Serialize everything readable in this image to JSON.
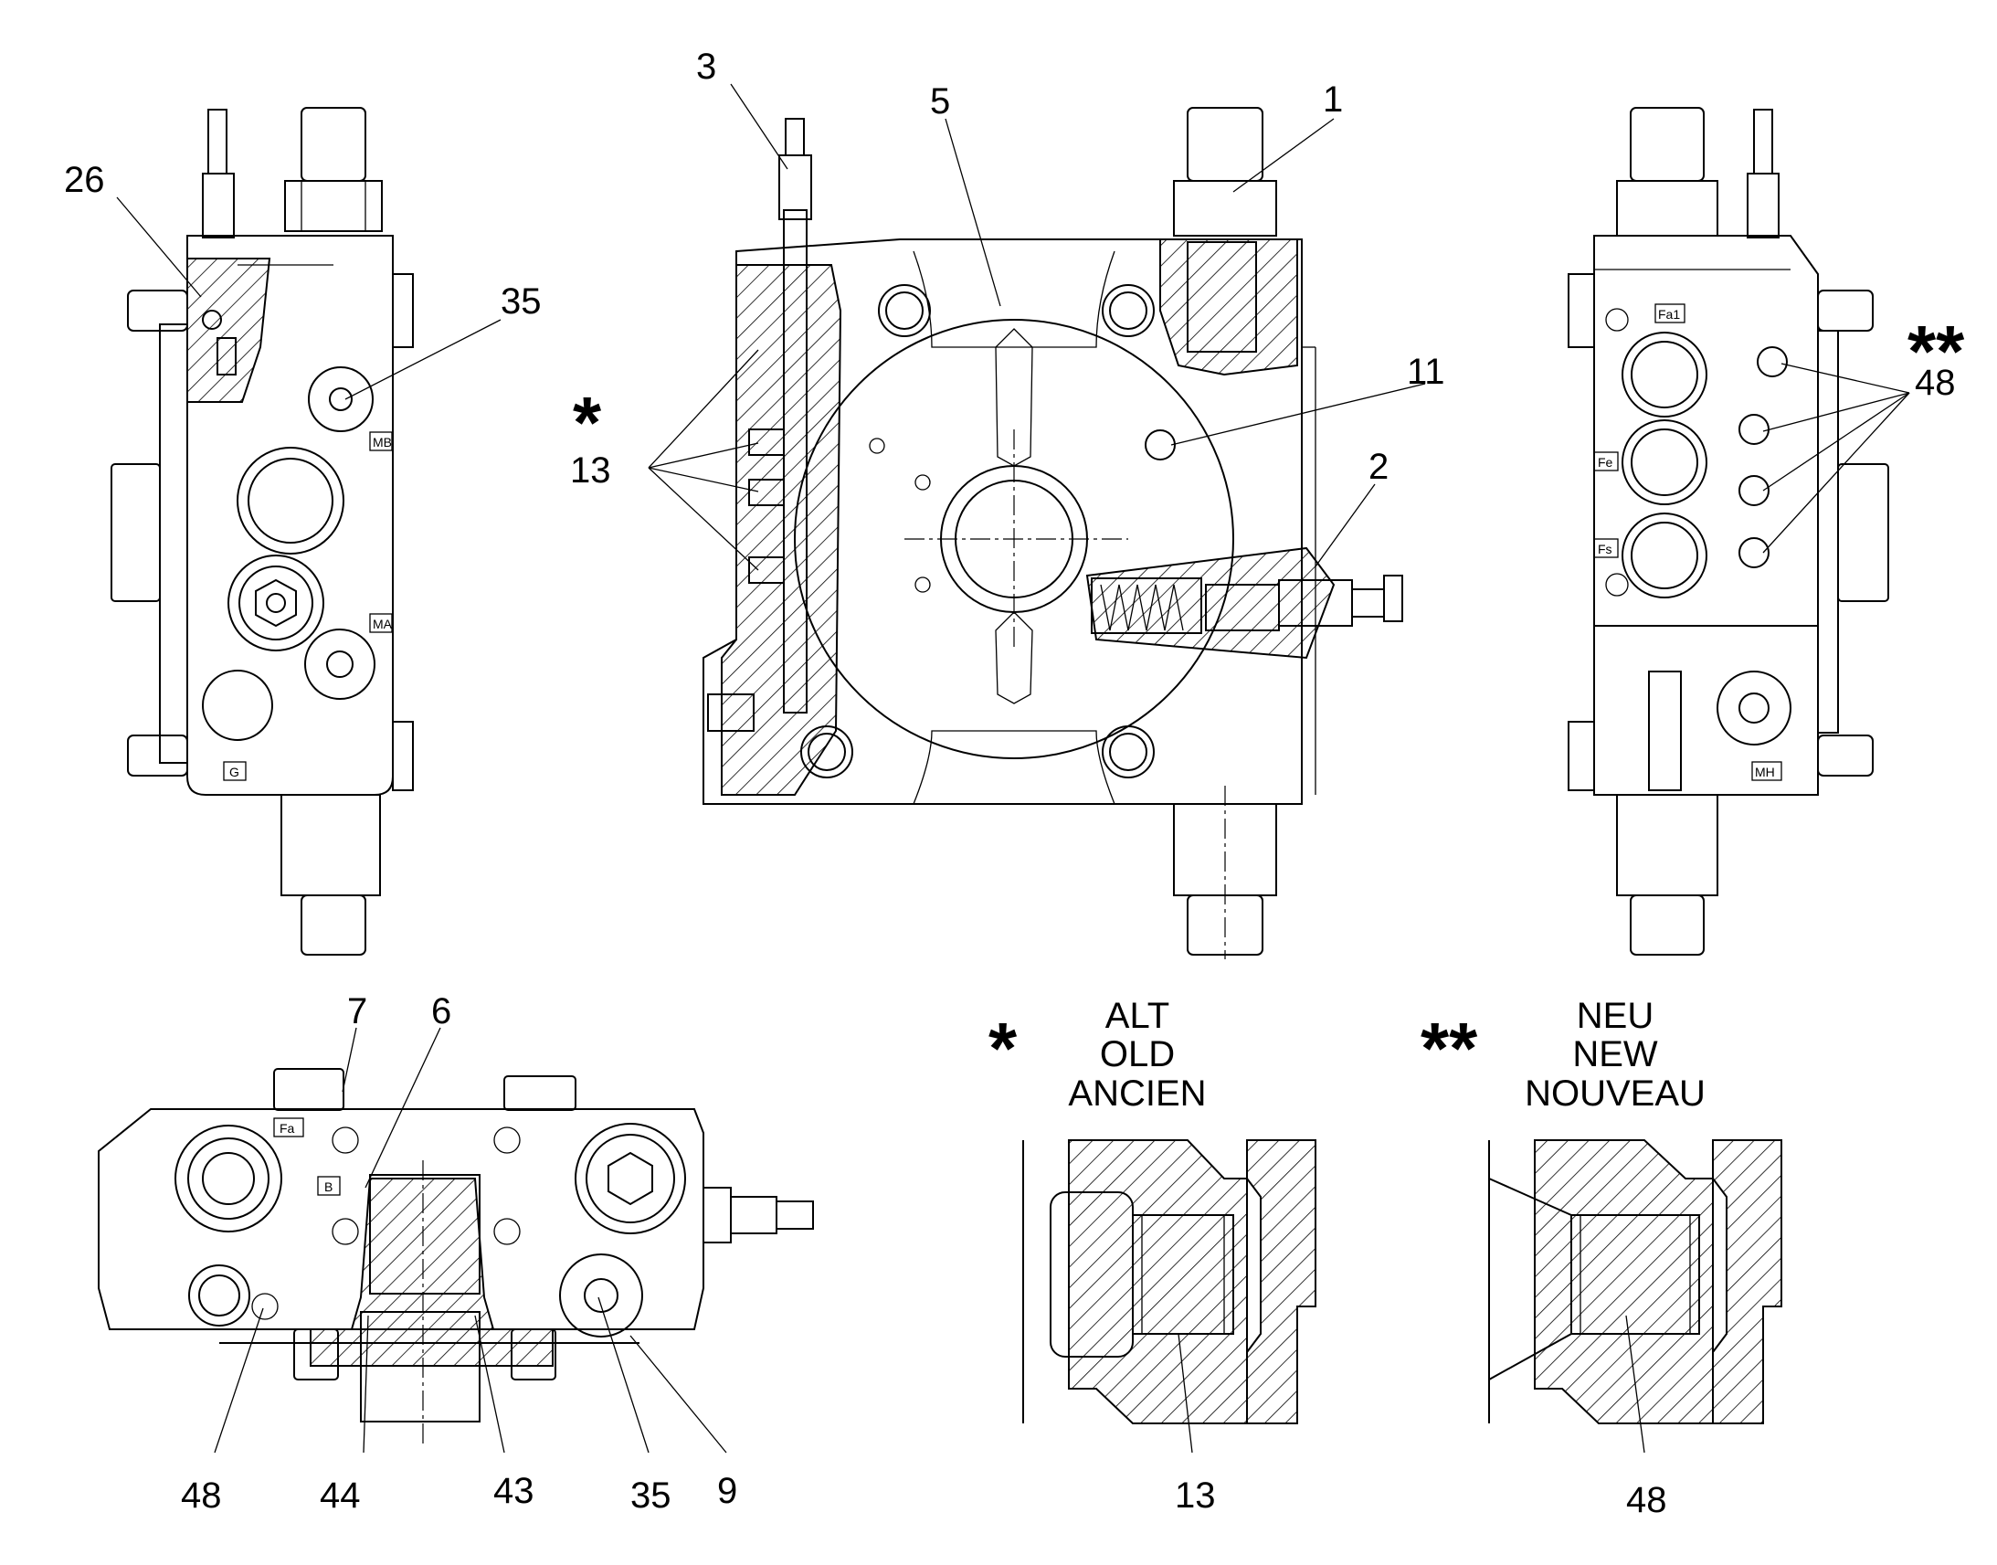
{
  "callouts": {
    "c1": "1",
    "c2": "2",
    "c3": "3",
    "c5": "5",
    "c11": "11",
    "c13": "13",
    "c26": "26",
    "c35_top": "35",
    "c48_right": "48",
    "c7": "7",
    "c6": "6",
    "c48_bottom": "48",
    "c44": "44",
    "c43": "43",
    "c35_bottom": "35",
    "c9": "9",
    "c13_detail": "13",
    "c48_detail": "48"
  },
  "stars": {
    "single": "*",
    "double": "**",
    "legend_single": "*",
    "legend_double": "**"
  },
  "legend_old": {
    "line1": "ALT",
    "line2": "OLD",
    "line3": "ANCIEN"
  },
  "legend_new": {
    "line1": "NEU",
    "line2": "NEW",
    "line3": "NOUVEAU"
  },
  "port_tags": {
    "mb": "MB",
    "ma": "MA",
    "g": "G",
    "fa1": "Fa1",
    "fe": "Fe",
    "fs": "Fs",
    "mh": "MH",
    "fa": "Fa",
    "b": "B"
  }
}
